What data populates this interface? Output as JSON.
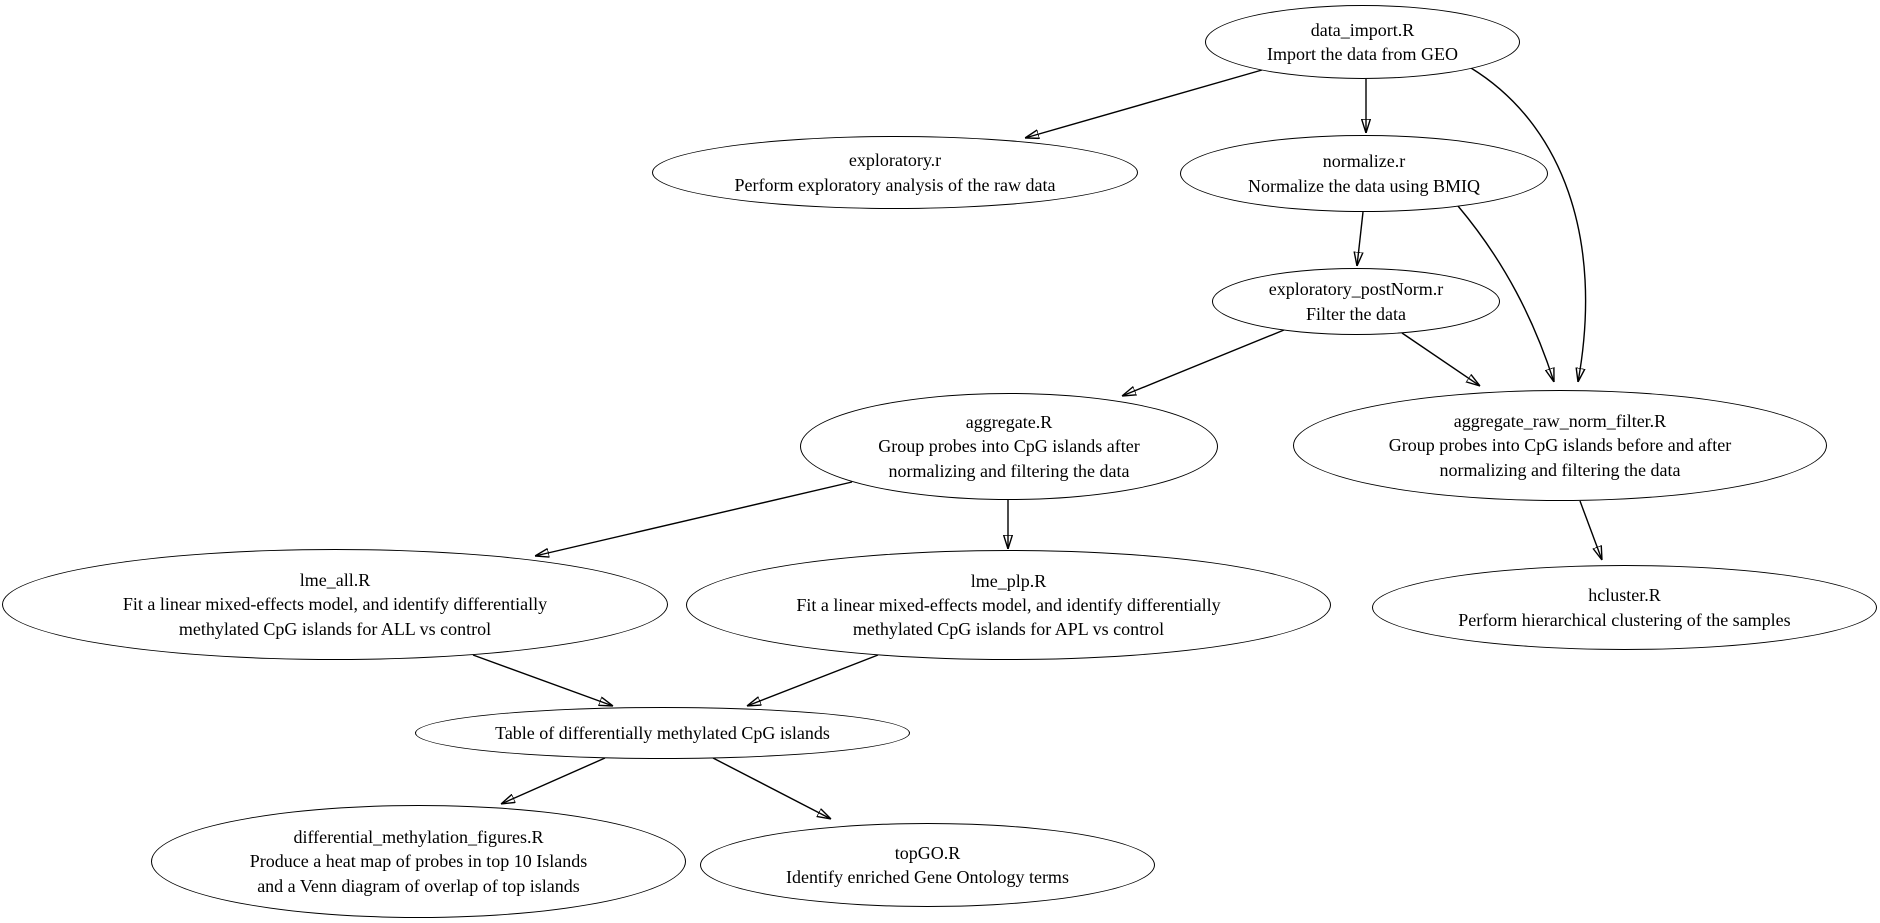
{
  "diagram": {
    "background_color": "#ffffff",
    "line_color": "#000000",
    "nodes": {
      "data_import": {
        "label": "data_import.R\nImport the data from GEO"
      },
      "exploratory": {
        "label": "exploratory.r\nPerform exploratory analysis of the raw data"
      },
      "normalize": {
        "label": "normalize.r\nNormalize the data using BMIQ"
      },
      "exploratory_postNorm": {
        "label": "exploratory_postNorm.r\nFilter the data"
      },
      "aggregate": {
        "label": "aggregate.R\nGroup probes into CpG islands after\nnormalizing and filtering the data"
      },
      "aggregate_raw_norm_filter": {
        "label": "aggregate_raw_norm_filter.R\nGroup probes into CpG islands before and after\nnormalizing and filtering the data"
      },
      "lme_all": {
        "label": "lme_all.R\nFit a linear mixed-effects model, and identify differentially\nmethylated CpG islands for ALL vs control"
      },
      "lme_plp": {
        "label": "lme_plp.R\nFit a linear mixed-effects model, and identify differentially\nmethylated CpG islands for APL vs control"
      },
      "hcluster": {
        "label": "hcluster.R\nPerform hierarchical clustering of the samples"
      },
      "dm_table": {
        "label": "Table of differentially methylated CpG islands"
      },
      "differential_methylation_figures": {
        "label": "differential_methylation_figures.R\nProduce a heat map of probes in top 10 Islands\nand a Venn diagram of overlap of top islands"
      },
      "topGO": {
        "label": "topGO.R\nIdentify enriched Gene Ontology terms"
      }
    },
    "edges": [
      {
        "from": "data_import",
        "to": "exploratory"
      },
      {
        "from": "data_import",
        "to": "normalize"
      },
      {
        "from": "data_import",
        "to": "aggregate_raw_norm_filter"
      },
      {
        "from": "normalize",
        "to": "exploratory_postNorm"
      },
      {
        "from": "normalize",
        "to": "aggregate_raw_norm_filter"
      },
      {
        "from": "exploratory_postNorm",
        "to": "aggregate"
      },
      {
        "from": "exploratory_postNorm",
        "to": "aggregate_raw_norm_filter"
      },
      {
        "from": "aggregate",
        "to": "lme_all"
      },
      {
        "from": "aggregate",
        "to": "lme_plp"
      },
      {
        "from": "aggregate_raw_norm_filter",
        "to": "hcluster"
      },
      {
        "from": "lme_all",
        "to": "dm_table"
      },
      {
        "from": "lme_plp",
        "to": "dm_table"
      },
      {
        "from": "dm_table",
        "to": "differential_methylation_figures"
      },
      {
        "from": "dm_table",
        "to": "topGO"
      }
    ]
  }
}
